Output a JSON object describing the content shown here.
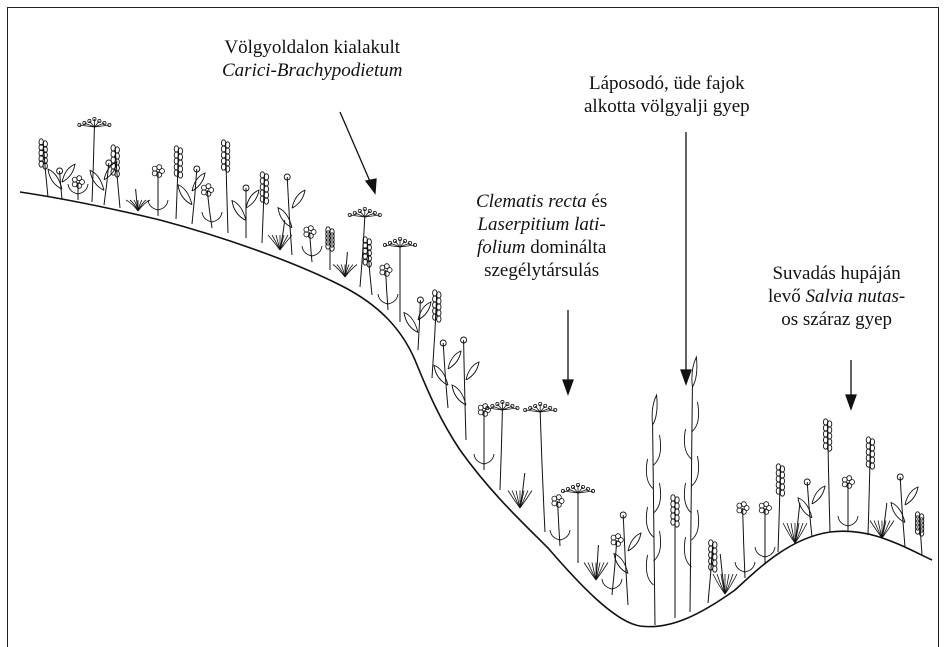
{
  "labels": {
    "valley_side": {
      "line1": "Völgyoldalon kialakult",
      "line2_italic": "Carici-Brachypodietum"
    },
    "valley_bottom": {
      "line1": "Láposodó, üde fajok",
      "line2": "alkotta völgyalji gyep"
    },
    "fringe": {
      "line1_italic": "Clematis recta",
      "line1_rest": " és",
      "line2_italic": "Laserpitium lati-",
      "line3_italic": "folium",
      "line3_rest": " dominálta",
      "line4": "szegélytársulás"
    },
    "hump": {
      "line1": "Suvadás hupáján",
      "line2_pre": "levő ",
      "line2_italic": "Salvia nutas",
      "line2_post": "-",
      "line3": "os száraz gyep"
    }
  },
  "colors": {
    "ink": "#111111",
    "background": "#ffffff"
  }
}
